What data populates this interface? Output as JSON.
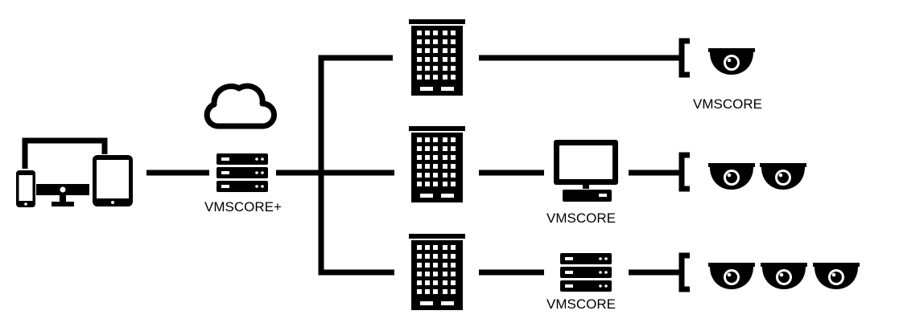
{
  "diagram": {
    "colors": {
      "stroke": "#000000",
      "background": "#ffffff"
    },
    "icons": {
      "client_devices": [
        "phone-icon",
        "desktop-monitor-icon",
        "tablet-icon"
      ],
      "cloud": "cloud-icon",
      "central_server": "server-rack-icon",
      "buildings": "office-building-icon",
      "workstation": "computer-workstation-icon",
      "site_server": "server-rack-icon",
      "camera": "dome-camera-icon"
    },
    "central": {
      "label": "VMSCORE+"
    },
    "sites": [
      {
        "id": "site-1",
        "node": "none",
        "label": "VMSCORE",
        "camera_count": 1
      },
      {
        "id": "site-2",
        "node": "workstation",
        "label": "VMSCORE",
        "camera_count": 2
      },
      {
        "id": "site-3",
        "node": "server",
        "label": "VMSCORE",
        "camera_count": 3
      }
    ]
  }
}
